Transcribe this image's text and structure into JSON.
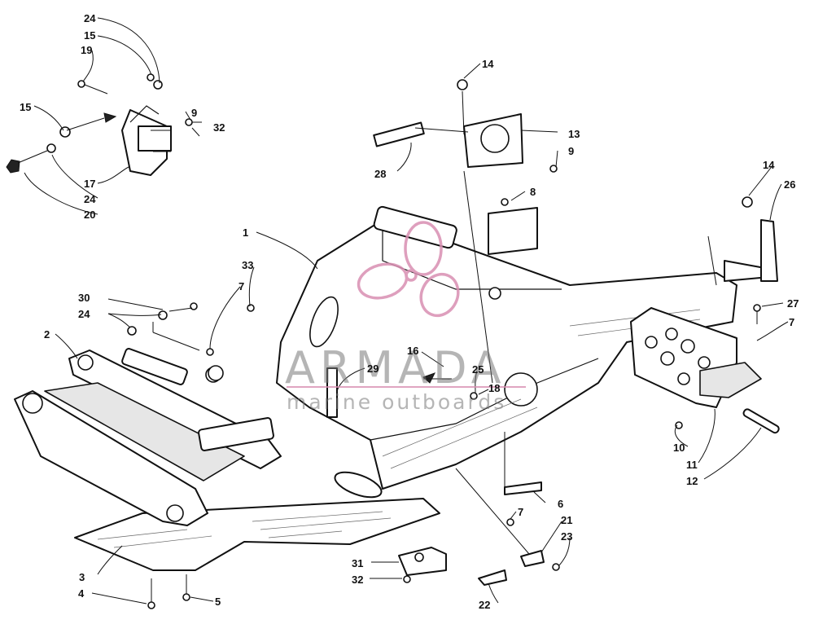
{
  "watermark": {
    "brand": "ARMADA",
    "tagline": "marine outboards",
    "logo_color": "#d98fb2",
    "text_color": "#8a8a8a"
  },
  "callouts": {
    "c1": "1",
    "c2": "2",
    "c3": "3",
    "c4": "4",
    "c5": "5",
    "c6": "6",
    "c7a": "7",
    "c7b": "7",
    "c7c": "7",
    "c8": "8",
    "c9a": "9",
    "c9b": "9",
    "c10": "10",
    "c11": "11",
    "c12": "12",
    "c13": "13",
    "c14a": "14",
    "c14b": "14",
    "c15a": "15",
    "c15b": "15",
    "c16": "16",
    "c17": "17",
    "c18": "18",
    "c19": "19",
    "c20": "20",
    "c21": "21",
    "c22": "22",
    "c23": "23",
    "c24a": "24",
    "c24b": "24",
    "c24c": "24",
    "c25": "25",
    "c26": "26",
    "c27": "27",
    "c28": "28",
    "c29": "29",
    "c30": "30",
    "c31": "31",
    "c32a": "32",
    "c32b": "32",
    "c33": "33"
  }
}
